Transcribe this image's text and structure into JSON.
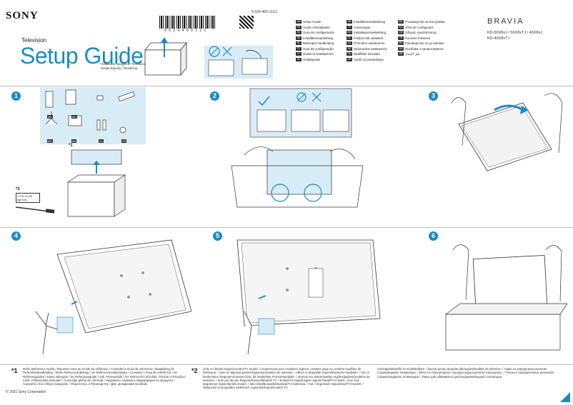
{
  "header": {
    "brand": "SONY",
    "category": "Television",
    "title": "Setup Guide",
    "subtitles": [
      "Название продукта: Телевизор",
      "Назва виробу: Телевізор"
    ],
    "part_number": "5-024-460-11(1)",
    "barcode_text": "5 0 2 4 4 6 0 1 1 1"
  },
  "languages_col1": [
    {
      "code": "GB",
      "label": "Setup Guide"
    },
    {
      "code": "FR",
      "label": "Guide d'installation"
    },
    {
      "code": "ES",
      "label": "Guía de configuración"
    },
    {
      "code": "DE",
      "label": "Installationsanleitung"
    },
    {
      "code": "NL",
      "label": "Beknopte handleiding"
    },
    {
      "code": "PT",
      "label": "Guia de configuração"
    },
    {
      "code": "IT",
      "label": "Guida di installazione"
    },
    {
      "code": "SE",
      "label": "Snabbguide"
    }
  ],
  "languages_col2": [
    {
      "code": "DK",
      "label": "Installationsvejledning"
    },
    {
      "code": "FI",
      "label": "Asetusopas"
    },
    {
      "code": "NO",
      "label": "Installasjonsveiledning"
    },
    {
      "code": "PL",
      "label": "Podręcznik ustawień"
    },
    {
      "code": "CZ",
      "label": "Průvodce nastavením"
    },
    {
      "code": "SK",
      "label": "Sprievodca nastavením"
    },
    {
      "code": "HU",
      "label": "Beállítási útmutató"
    },
    {
      "code": "HR",
      "label": "Vodič za postavljanje"
    }
  ],
  "languages_col3": [
    {
      "code": "BG",
      "label": "Ръководство за настройка"
    },
    {
      "code": "RO",
      "label": "Ghid de configurare"
    },
    {
      "code": "GR",
      "label": "Οδηγός εγκατάστασης"
    },
    {
      "code": "TR",
      "label": "Kurulum Kılavuzu"
    },
    {
      "code": "RU",
      "label": "Руководство по установке"
    },
    {
      "code": "UA",
      "label": "Посібник з налаштування"
    },
    {
      "code": "AR",
      "label": "دليل الإعداد"
    }
  ],
  "bravia": {
    "brand": "BRAVIA",
    "models_line1": "KD-50X8xJ / 50X8xTJ / 43X8xJ",
    "models_line2": "KD-43X8xTJ"
  },
  "steps": [
    "1",
    "2",
    "3",
    "4",
    "5",
    "6"
  ],
  "step1": {
    "part_labels": [
      "M1",
      "M2",
      "M3",
      "BS",
      "CL",
      "PS"
    ],
    "note1": "*1",
    "note2": "*2",
    "screw_spec": "1.5 N·m {15 kgf·cm}"
  },
  "footnotes": {
    "mark1": "*1",
    "text1": "Refer Reference Guide / Reportez-vous au Guide de référence / Consulte la Guía de referencia / Raadpleeg de Referentiehandleiding / Siehe Referenzanleitung / Se Referencevejledningen / Consulte o Guia de referência / Se Referensguiden / Katso viiteopas / Se Referanseguide / Zob. Przewodnik / Viz Referenční příručka / Pozrite si Príručku / Lásd: Felhasználói útmutató / Consultați ghidul de referință / Направете справка в Информация за продукта / Ανατρέξτε στον Οδηγό αναφοράς / Обратитесь к Руководству / Див. Довідковий посібник",
    "mark2": "*2",
    "text2": "Only on limited region/country/TV model. / Uniquement pour certaines régions, certains pays ou certains modèles de téléviseur. / Solo en algunas países/regiones/modelos de televisor. / Alleen in bepaalde regio's/landen/tv-modellen. / Nur in bestimmten Regionen/Ländern bzw. für bestimmte Fernsehmodelle. / Apenas em determinadas regiões/países/modelos de televisor. / Solo per alcune Regioni/Nazioni/Modelli TV. / Endast för begränsade regioner/land/TV-modell. / Kun ved begrænset region/land/tv-model. / Vain tietyillä alueilla/maissa/TV-malleissa. / Kun i begrenset region/land/TV-modell. / Wyłącznie w przypadku niektórych regionów/krajów/modeli TV.",
    "text3": "ciszlegkülönbözik/ tv-modelltekben. / Numai pentru anumite țări/regiuni/modele de televizor. / Само за определени региони/страни/модели телевизори. / Μόνο σε περιορισμένες περιοχές/χώρες/μοντέλα τηλεόρασης. / Только в определенных регионах/странах/моделях телевизора. / Лише для обмеженого регіону/країни/моделі телевізора."
  },
  "copyright": "© 2021 Sony Corporation"
}
